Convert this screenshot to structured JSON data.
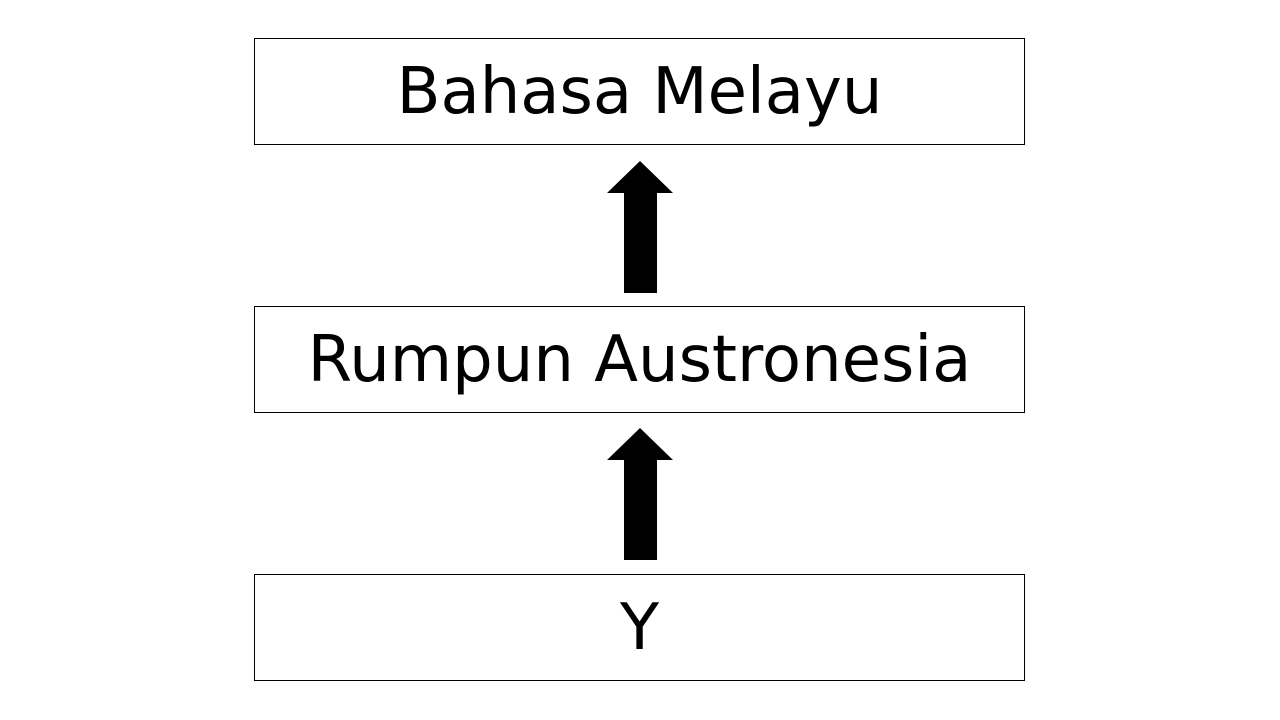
{
  "diagram": {
    "boxes": [
      {
        "label": "Bahasa Melayu"
      },
      {
        "label": "Rumpun Austronesia"
      },
      {
        "label": "Y"
      }
    ],
    "arrows": [
      {
        "from": "Rumpun Austronesia",
        "to": "Bahasa Melayu",
        "direction": "up",
        "icon": "arrow-up-icon"
      },
      {
        "from": "Y",
        "to": "Rumpun Austronesia",
        "direction": "up",
        "icon": "arrow-up-icon"
      }
    ],
    "colors": {
      "stroke": "#000000",
      "fill": "#000000",
      "background": "#ffffff"
    }
  }
}
